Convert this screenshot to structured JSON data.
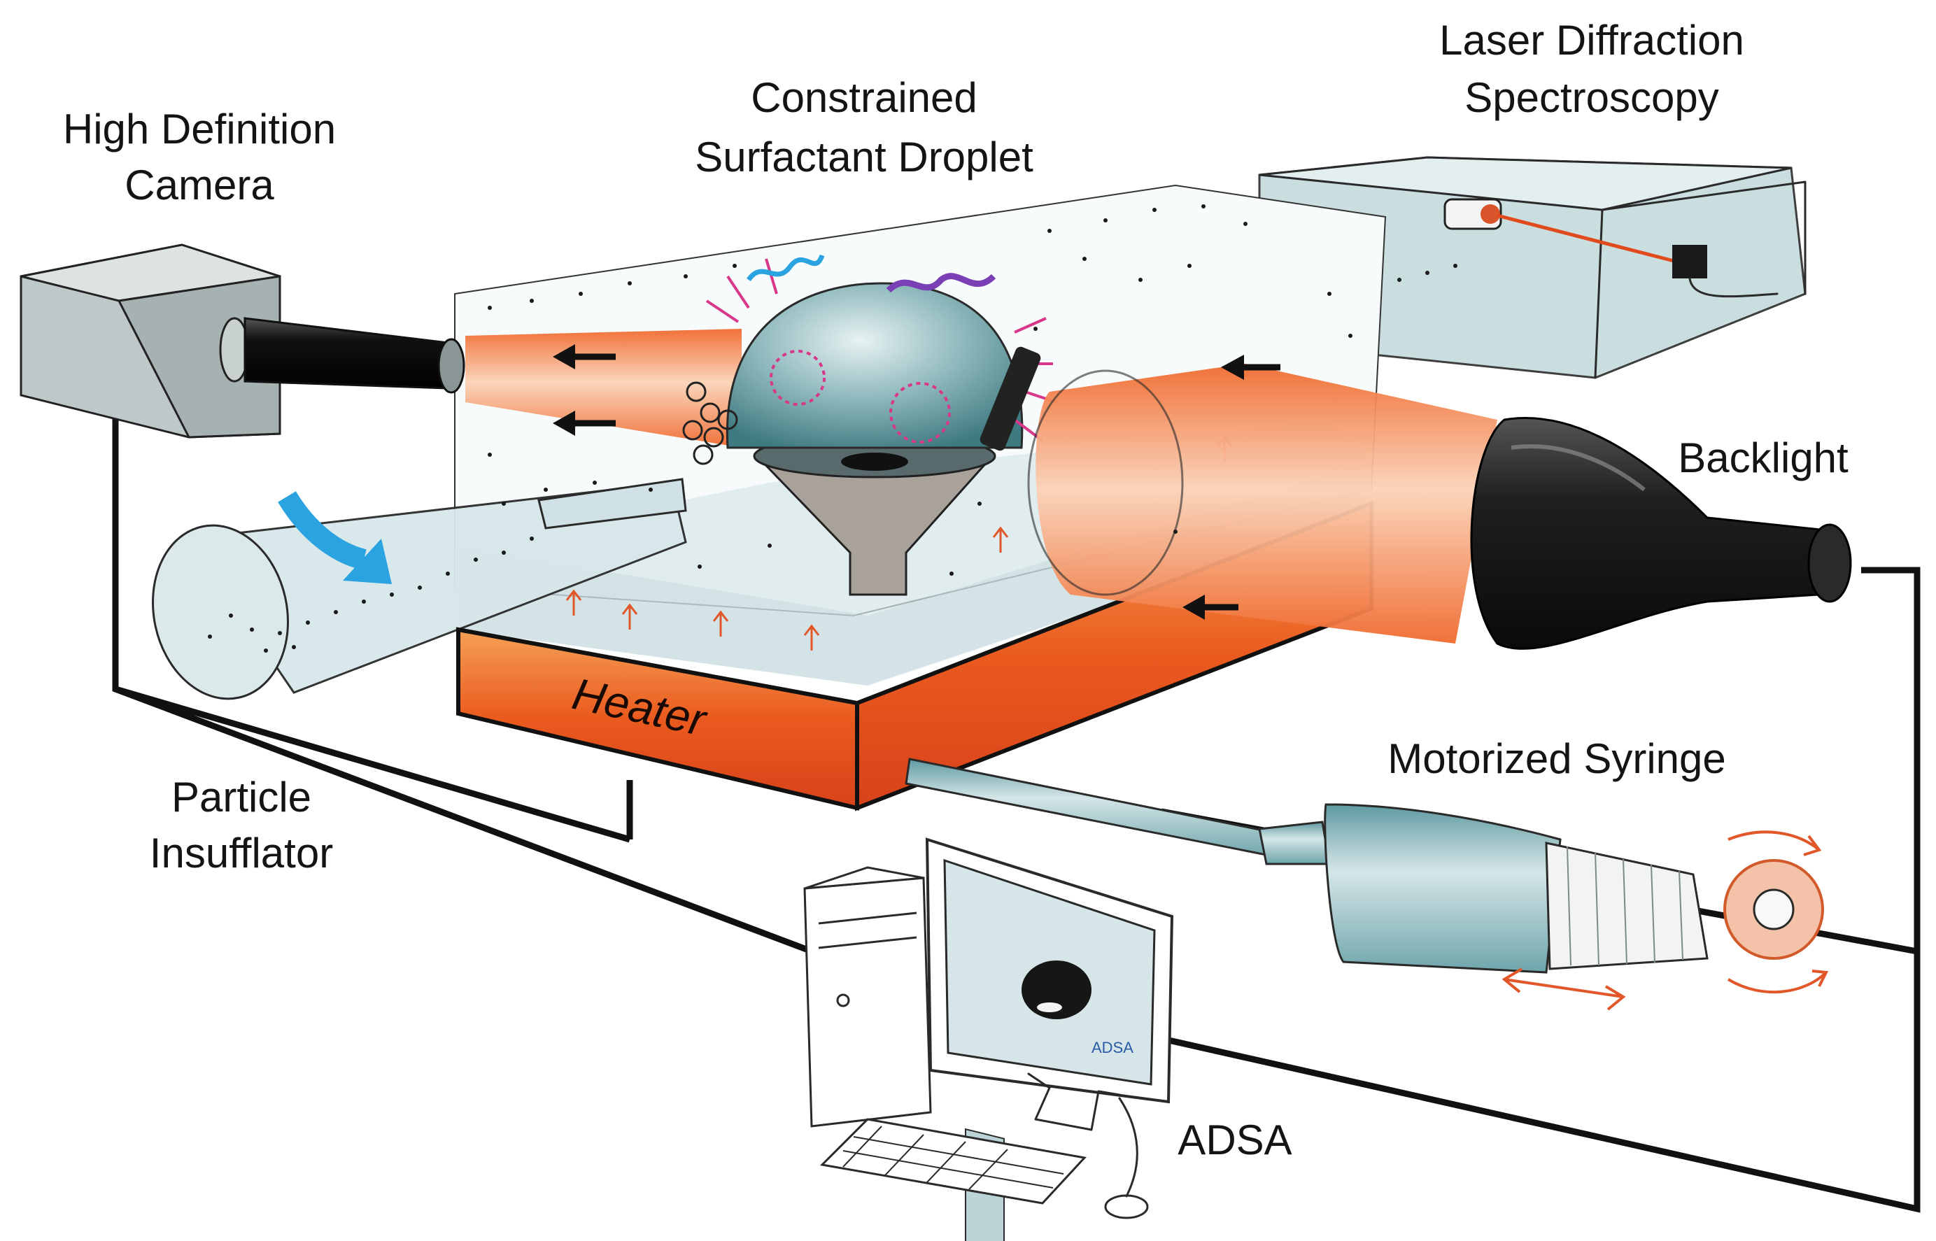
{
  "labels": {
    "camera": [
      "High Definition",
      "Camera"
    ],
    "droplet": [
      "Constrained",
      "Surfactant Droplet"
    ],
    "laser": [
      "Laser Diffraction",
      "Spectroscopy"
    ],
    "backlight": "Backlight",
    "heater": "Heater",
    "insufflator": [
      "Particle",
      "Insufflator"
    ],
    "syringe": "Motorized Syringe",
    "adsa": "ADSA",
    "screen_logo": "ADSA"
  },
  "colors": {
    "chamber_fluid": "#c9dde0",
    "heater": "#e8541e",
    "light_beam": "#f28a55",
    "teal_device": "#9cc3c8",
    "backlight_body": "#1c1c1c",
    "camera_body": "#b9c3c4",
    "funnel": "#a8a29b",
    "surfactant_pink": "#d8388a",
    "surfactant_purple": "#7a3fb5",
    "insufflator_arrow": "#2aa3e0",
    "wire": "#111111"
  },
  "icons": [
    "camera-icon",
    "droplet-icon",
    "laser-icon",
    "backlight-icon",
    "heater-icon",
    "insufflator-icon",
    "syringe-icon",
    "computer-icon"
  ]
}
